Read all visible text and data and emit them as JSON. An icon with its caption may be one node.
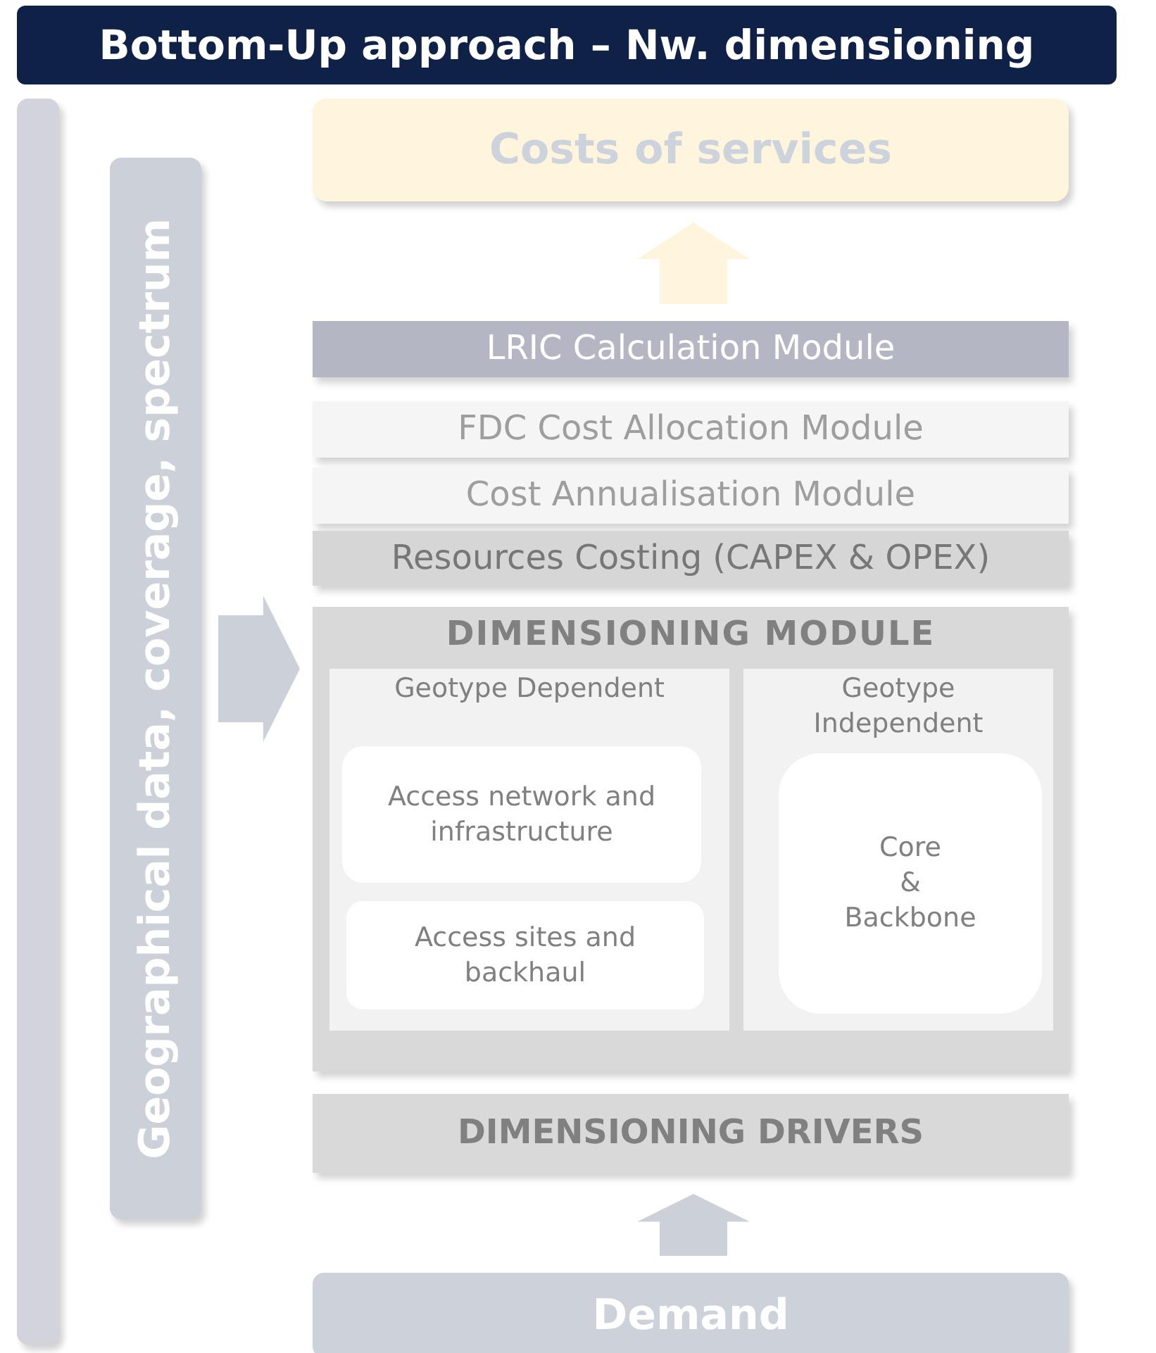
{
  "diagram": {
    "title": "Bottom-Up approach – Nw. dimensioning",
    "nodes": [
      {
        "text": [],
        "shape": "bar"
      },
      {
        "text": [
          "Geographical data, coverage, spectrum"
        ]
      },
      {
        "text": [
          "Costs of services"
        ]
      },
      {
        "text": [
          "LRIC Calculation Module"
        ]
      },
      {
        "text": [
          "FDC Cost Allocation Module"
        ]
      },
      {
        "text": [
          "Cost Annualisation Module"
        ]
      },
      {
        "text": [
          "Resources Costing (CAPEX & OPEX)"
        ]
      },
      {
        "text": [
          "DIMENSIONING MODULE"
        ]
      },
      {
        "text": [
          "Geotype Dependent"
        ],
        "in": 7
      },
      {
        "text": [
          "Access network and infrastructure"
        ],
        "in": 8
      },
      {
        "text": [
          "Access sites and backhaul"
        ],
        "in": 8
      },
      {
        "text": [
          "Geotype Independent"
        ],
        "in": 7
      },
      {
        "text": [
          "Core & Backbone"
        ],
        "in": 11
      },
      {
        "text": [
          "DIMENSIONING DRIVERS"
        ]
      },
      {
        "text": [
          "Demand"
        ]
      }
    ],
    "edges": [
      {
        "from": 3,
        "to": 2,
        "arrow": "to",
        "color": "#fff5dc"
      },
      {
        "from": 1,
        "to": 7,
        "arrow": "to"
      },
      {
        "from": 14,
        "to": 13,
        "arrow": "to"
      }
    ]
  }
}
